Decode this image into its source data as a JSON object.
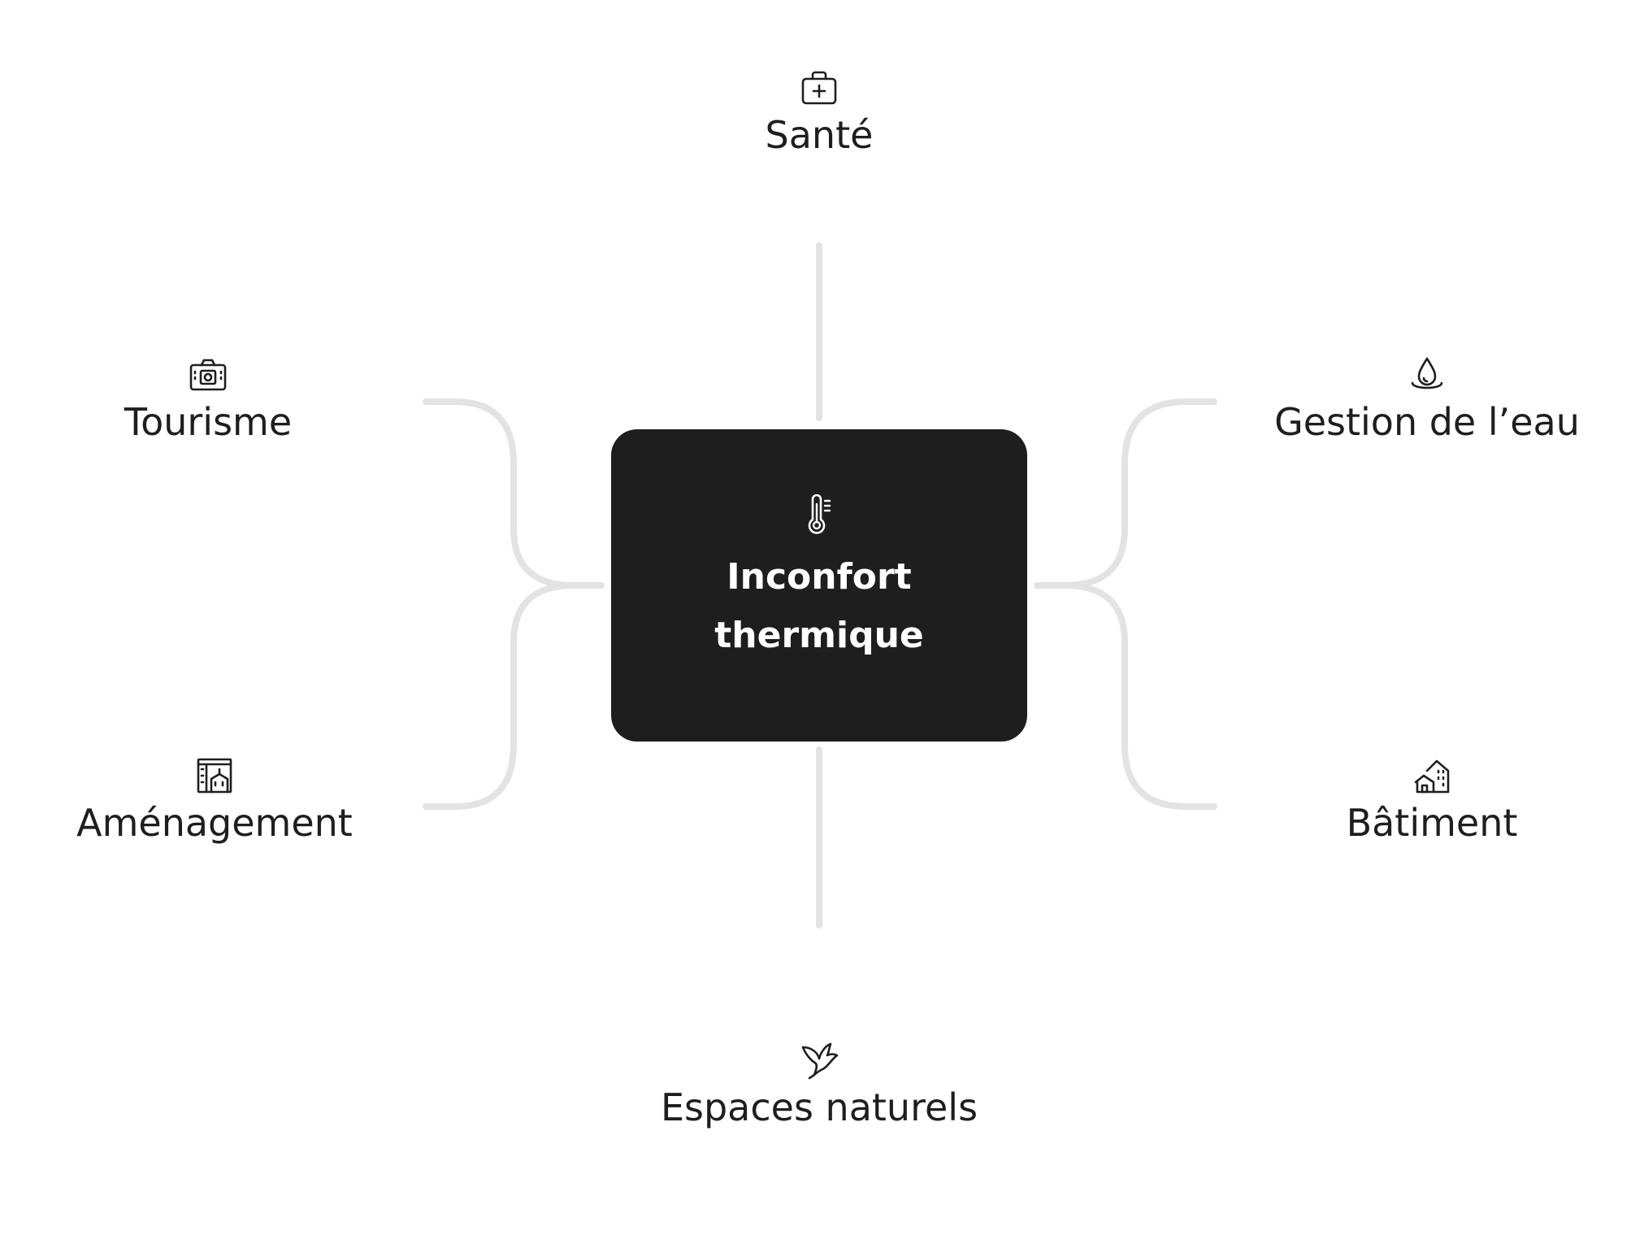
{
  "center": {
    "title": "Inconfort thermique",
    "icon": "thermometer-icon"
  },
  "nodes": {
    "sante": {
      "label": "Santé",
      "icon": "first-aid-kit-icon"
    },
    "tourisme": {
      "label": "Tourisme",
      "icon": "camera-icon"
    },
    "gestion_eau": {
      "label": "Gestion de l’eau",
      "icon": "water-drop-icon"
    },
    "amenagement": {
      "label": "Aménagement",
      "icon": "building-plan-icon"
    },
    "batiment": {
      "label": "Bâtiment",
      "icon": "buildings-icon"
    },
    "espaces_naturels": {
      "label": "Espaces naturels",
      "icon": "bird-icon"
    }
  },
  "colors": {
    "center_background": "#1e1e1e",
    "center_text": "#ffffff",
    "connector": "#e3e3e3",
    "label_text": "#1e1e1e",
    "background": "#ffffff"
  }
}
